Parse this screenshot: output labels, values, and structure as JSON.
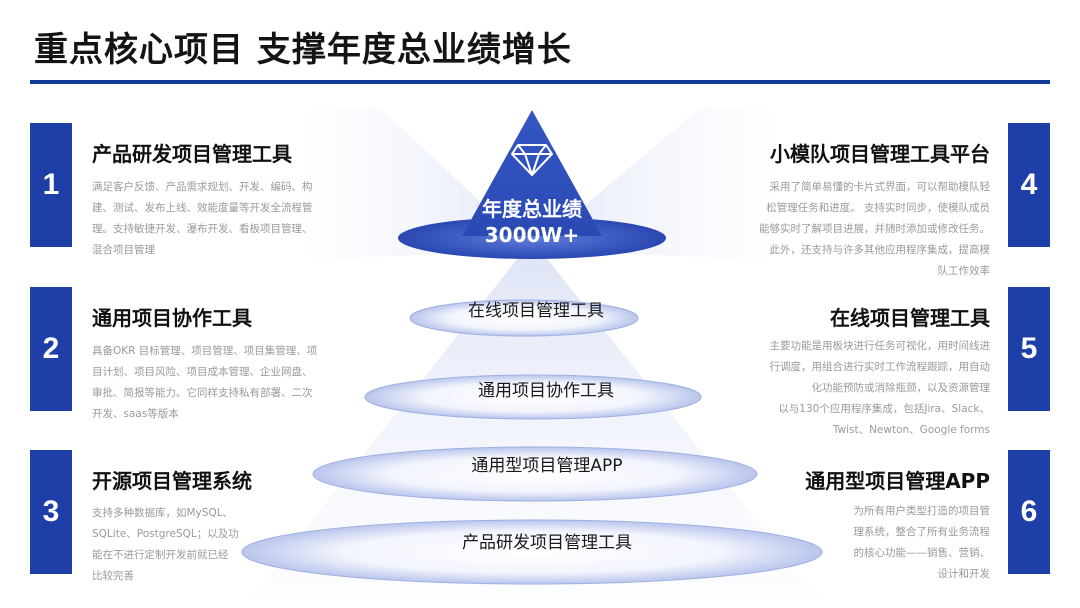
{
  "title": "重点核心项目  支撑年度总业绩增长",
  "apex": {
    "line1": "年度总业绩",
    "line2": "3000W+",
    "icon": "diamond-icon"
  },
  "tiers": [
    "在线项目管理工具",
    "通用项目协作工具",
    "通用型项目管理APP",
    "产品研发项目管理工具"
  ],
  "items": [
    {
      "number": "1",
      "title": "产品研发项目管理工具",
      "desc": [
        "满足客户反馈、产品需求规划、开发、编码、构",
        "建、测试、发布上线、效能度量等开发全流程管",
        "理。支持敏捷开发、瀑布开发、看板项目管理、",
        "混合项目管理"
      ]
    },
    {
      "number": "2",
      "title": "通用项目协作工具",
      "desc": [
        "具备OKR 目标管理、项目管理、项目集管理、项",
        "目计划、项目风险、项目成本管理、企业网盘、",
        "审批、简报等能力。它同样支持私有部署、二次",
        "开发、saas等版本"
      ]
    },
    {
      "number": "3",
      "title": "开源项目管理系统",
      "desc": [
        "支持多种数据库，如MySQL、",
        "SQLite、PostgreSQL；以及功",
        "能在不进行定制开发前就已经",
        "比较完善"
      ]
    },
    {
      "number": "4",
      "title": "小模队项目管理工具平台",
      "desc": [
        "采用了简单易懂的卡片式界面，可以帮助模队轻",
        "松管理任务和进度。 支持实时同步，使模队成员",
        "能够实时了解项目进展，并随时添加或修改任务。",
        "此外，还支持与许多其他应用程序集成，提高模",
        "队工作效率"
      ]
    },
    {
      "number": "5",
      "title": "在线项目管理工具",
      "desc": [
        "主要功能是用板块进行任务可视化，用时间线进",
        "行调度，用组合进行实时工作流程跟踪，用自动",
        "化功能预防或消除瓶颈，以及资源管理",
        "以与130个应用程序集成，包括Jira、Slack、",
        "Twist、Newton、Google forms"
      ]
    },
    {
      "number": "6",
      "title": "通用型项目管理APP",
      "desc": [
        "为所有用户类型打造的项目管",
        "理系统，整合了所有业务流程",
        "的核心功能——销售、营销、",
        "设计和开发"
      ]
    }
  ],
  "colors": {
    "accent": "#1f3fa8",
    "title_rule": "#123a9a"
  }
}
